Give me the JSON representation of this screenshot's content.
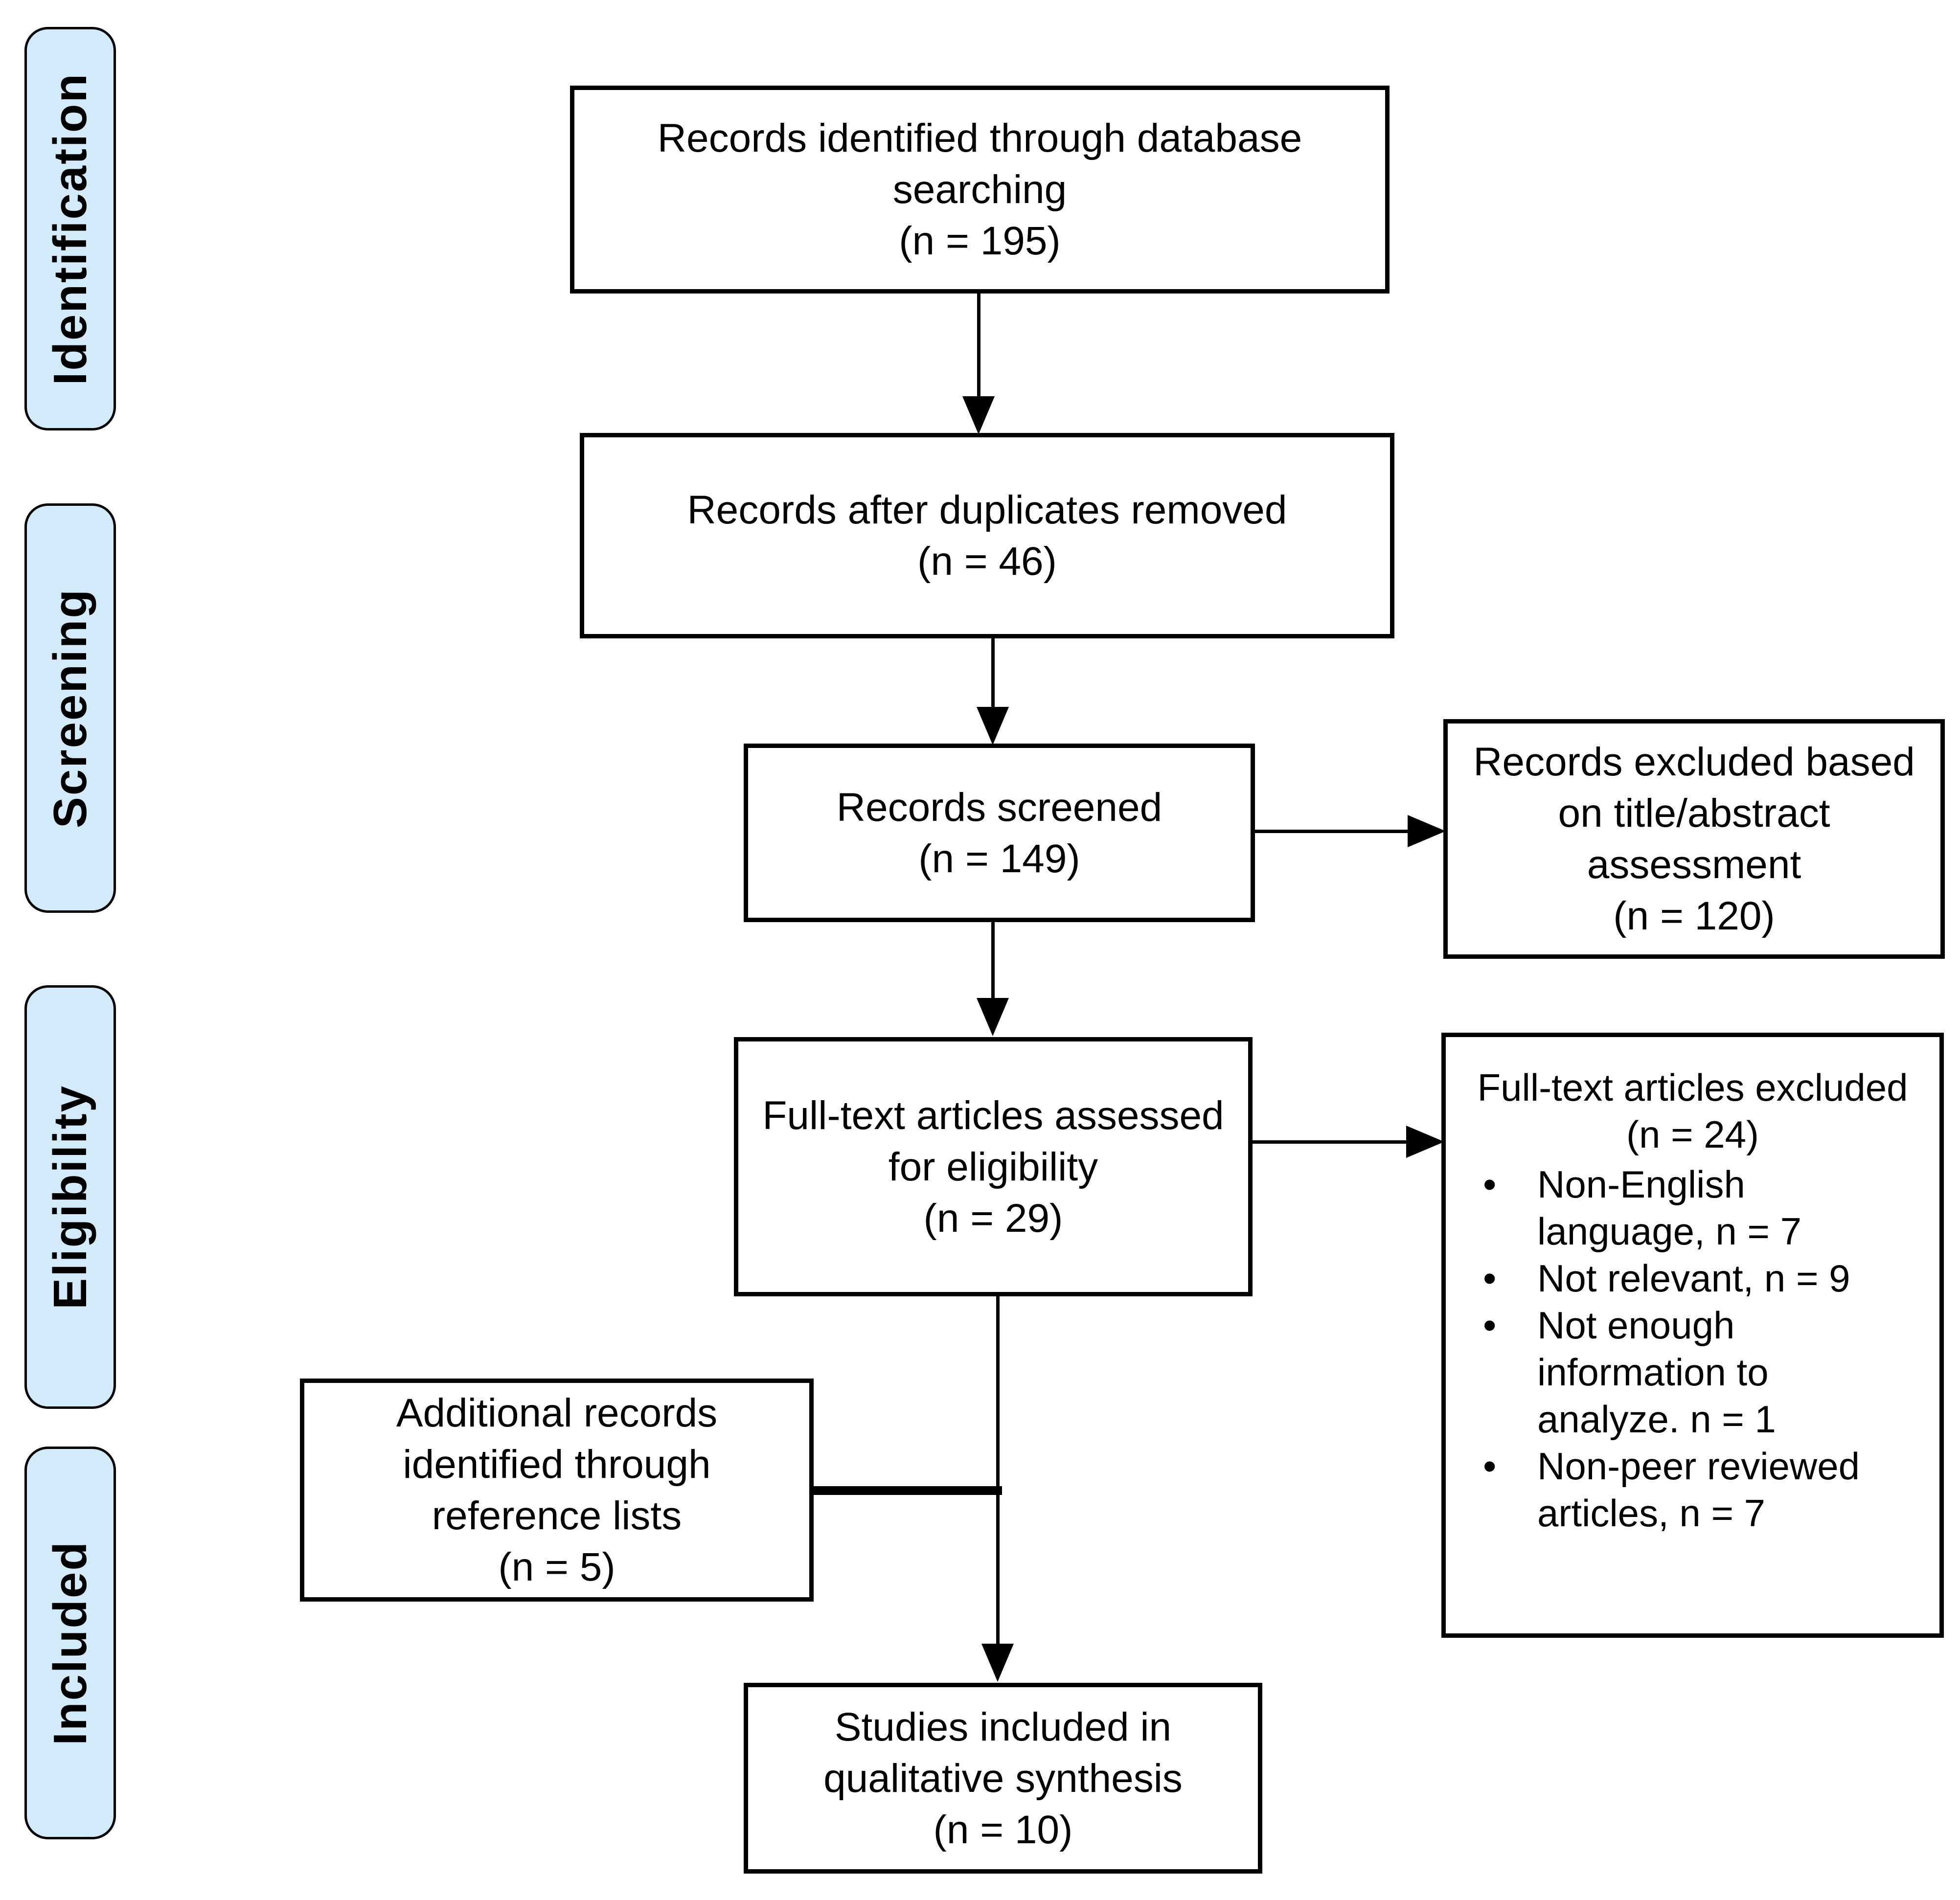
{
  "diagram": {
    "stages": [
      {
        "label": "Identification"
      },
      {
        "label": "Screening"
      },
      {
        "label": "Eligibility"
      },
      {
        "label": "Included"
      }
    ],
    "boxes": {
      "identified": {
        "lines": [
          "Records identified through database",
          "searching",
          "(n = 195)"
        ]
      },
      "duplicates_removed": {
        "lines": [
          "Records after duplicates removed",
          "(n = 46)"
        ]
      },
      "screened": {
        "lines": [
          "Records screened",
          "(n = 149)"
        ]
      },
      "fulltext_assessed": {
        "lines": [
          "Full-text articles assessed",
          "for eligibility",
          "(n = 29)"
        ]
      },
      "additional_records": {
        "lines": [
          "Additional records",
          "identified through",
          "reference lists",
          "(n = 5)"
        ]
      },
      "studies_included": {
        "lines": [
          "Studies included in",
          "qualitative synthesis",
          "(n = 10)"
        ]
      },
      "excluded_screening": {
        "lines": [
          "Records excluded based",
          "on title/abstract",
          "assessment",
          "(n = 120)"
        ]
      },
      "excluded_fulltext": {
        "header": [
          "Full-text articles excluded",
          "(n = 24)"
        ],
        "bullet_icon": "•",
        "bullets": [
          {
            "lines": [
              "Non-English",
              "language, n = 7"
            ]
          },
          {
            "lines": [
              "Not relevant, n = 9"
            ]
          },
          {
            "lines": [
              "Not enough",
              "information to",
              "analyze. n = 1"
            ]
          },
          {
            "lines": [
              "Non-peer reviewed",
              "articles, n = 7"
            ]
          }
        ]
      }
    },
    "colors": {
      "stage_fill": "#d3eafb",
      "line": "#000000",
      "box_bg": "#ffffff"
    }
  }
}
